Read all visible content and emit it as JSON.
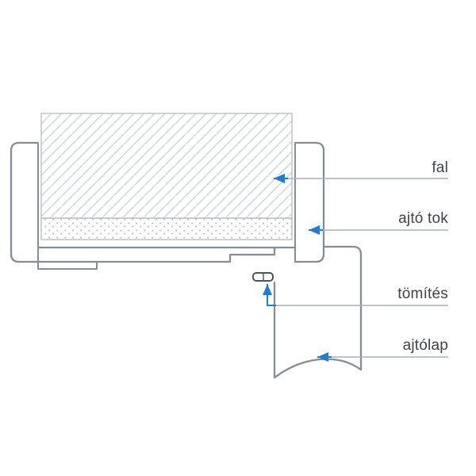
{
  "diagram": {
    "type": "technical-cross-section",
    "subject": "door frame installation detail",
    "labels": {
      "wall": "fal",
      "door_frame": "ajtó tok",
      "seal": "tömítés",
      "door_leaf": "ajtólap"
    },
    "colors": {
      "arrow_blue": "#1f7cd4",
      "outline_gray": "#858d96",
      "leader_gray": "#a9b1b9",
      "wall_border_gray": "#b9c0c8",
      "hatch_gray": "#cdd3da",
      "dot_gray": "#aeb6bf",
      "text_color": "#3c434a",
      "background": "#ffffff"
    }
  }
}
